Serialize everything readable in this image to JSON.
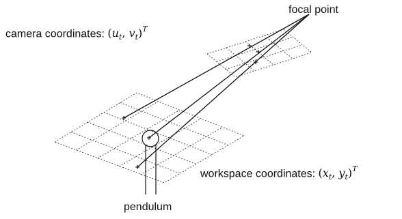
{
  "labels": {
    "focal_point": "focal point",
    "camera_prefix": "camera coordinates:",
    "workspace_prefix": "workspace coordinates:",
    "pendulum": "pendulum"
  },
  "math": {
    "camera": {
      "a": "u",
      "a_sub": "t",
      "b": "v",
      "b_sub": "t",
      "sup": "T"
    },
    "workspace": {
      "a": "x",
      "a_sub": "t",
      "b": "y",
      "b_sub": "t",
      "sup": "T"
    }
  }
}
